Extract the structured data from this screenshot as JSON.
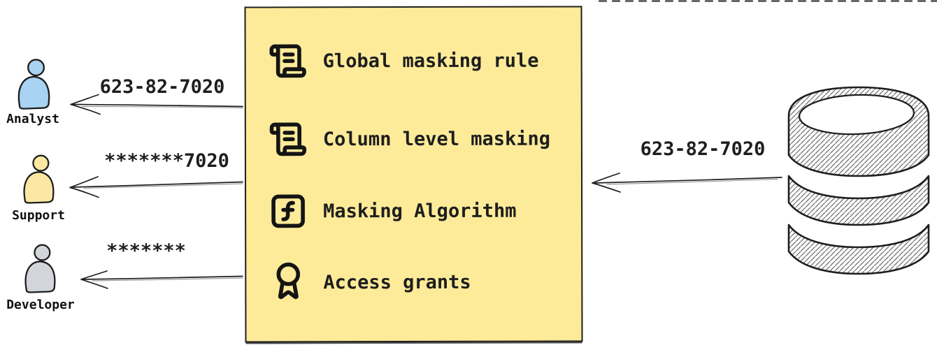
{
  "diagram_title": "data-masking-flow",
  "colors": {
    "ink": "#1e1e1e",
    "box_fill": "#fdeb99",
    "box_border": "#1f1f1f",
    "analyst_fill": "#a8d3f2",
    "support_fill": "#fce8a2",
    "developer_fill": "#d2d6db",
    "background": "#ffffff"
  },
  "personas": [
    {
      "name": "Analyst",
      "received_value": "623-82-7020",
      "fill": "#a8d3f2"
    },
    {
      "name": "Support",
      "received_value": "*******7020",
      "fill": "#fce8a2"
    },
    {
      "name": "Developer",
      "received_value": "*******",
      "fill": "#d2d6db"
    }
  ],
  "masking_box": {
    "items": [
      {
        "icon": "scroll-text-icon",
        "label": "Global masking rule"
      },
      {
        "icon": "scroll-text-icon",
        "label": "Column level masking"
      },
      {
        "icon": "function-square-icon",
        "label": "Masking Algorithm"
      },
      {
        "icon": "award-icon",
        "label": "Access grants"
      }
    ]
  },
  "database": {
    "icon": "database-icon",
    "outgoing_value": "623-82-7020"
  }
}
